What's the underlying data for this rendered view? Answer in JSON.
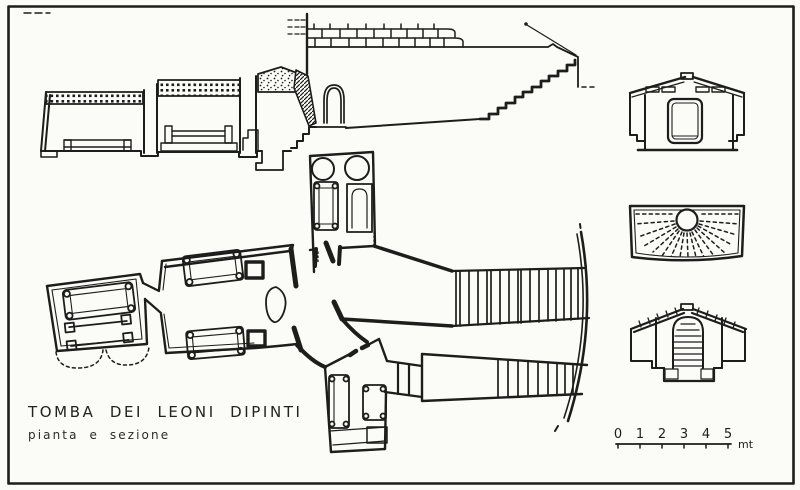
{
  "page": {
    "background": "#ffffff",
    "paper": "#fbfbf8",
    "ink": "#1d1d1b"
  },
  "title_block": {
    "title": "TOMBA DEI LEONI DIPINTI",
    "subtitle": "pianta e sezione"
  },
  "scale_bar": {
    "labels": [
      "0",
      "1",
      "2",
      "3",
      "4",
      "5"
    ],
    "unit": "mt"
  }
}
